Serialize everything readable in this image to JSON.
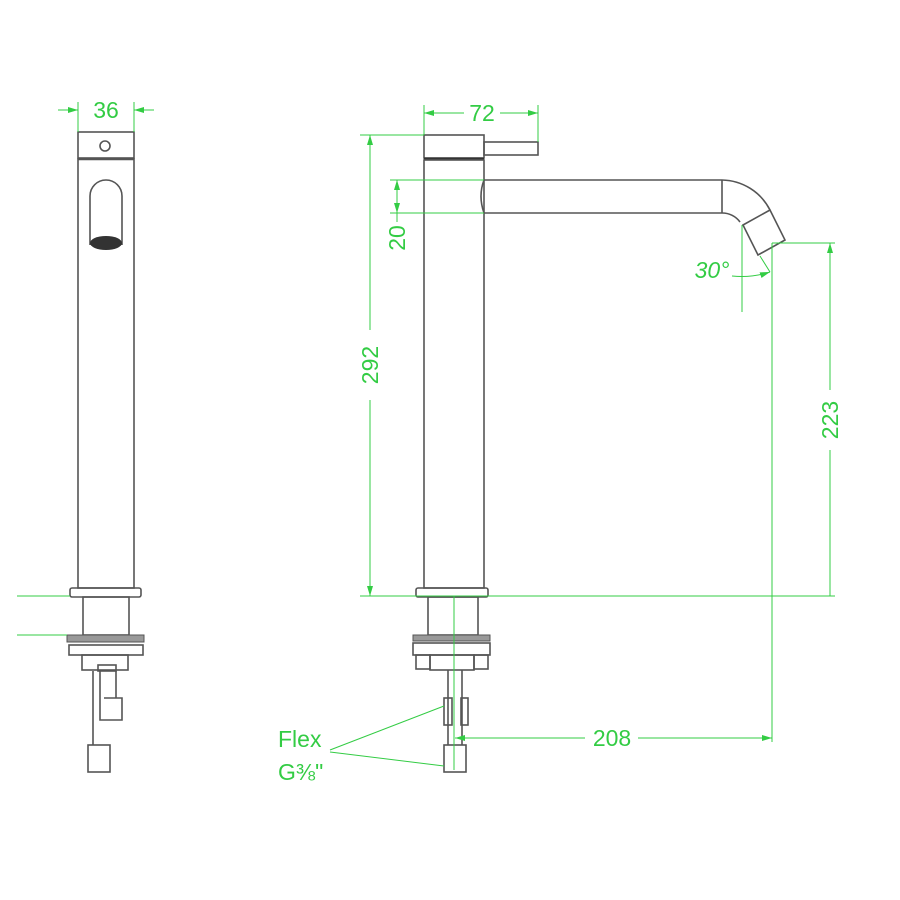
{
  "colors": {
    "dimension": "#33cc44",
    "outline": "#555555"
  },
  "dimensions": {
    "side_width": "36",
    "front_width": "72",
    "spout_height": "20",
    "total_height": "292",
    "outlet_height": "223",
    "spout_reach": "208",
    "outlet_angle": "30°"
  },
  "labels": {
    "flex": "Flex",
    "connection": "G⅜\""
  }
}
